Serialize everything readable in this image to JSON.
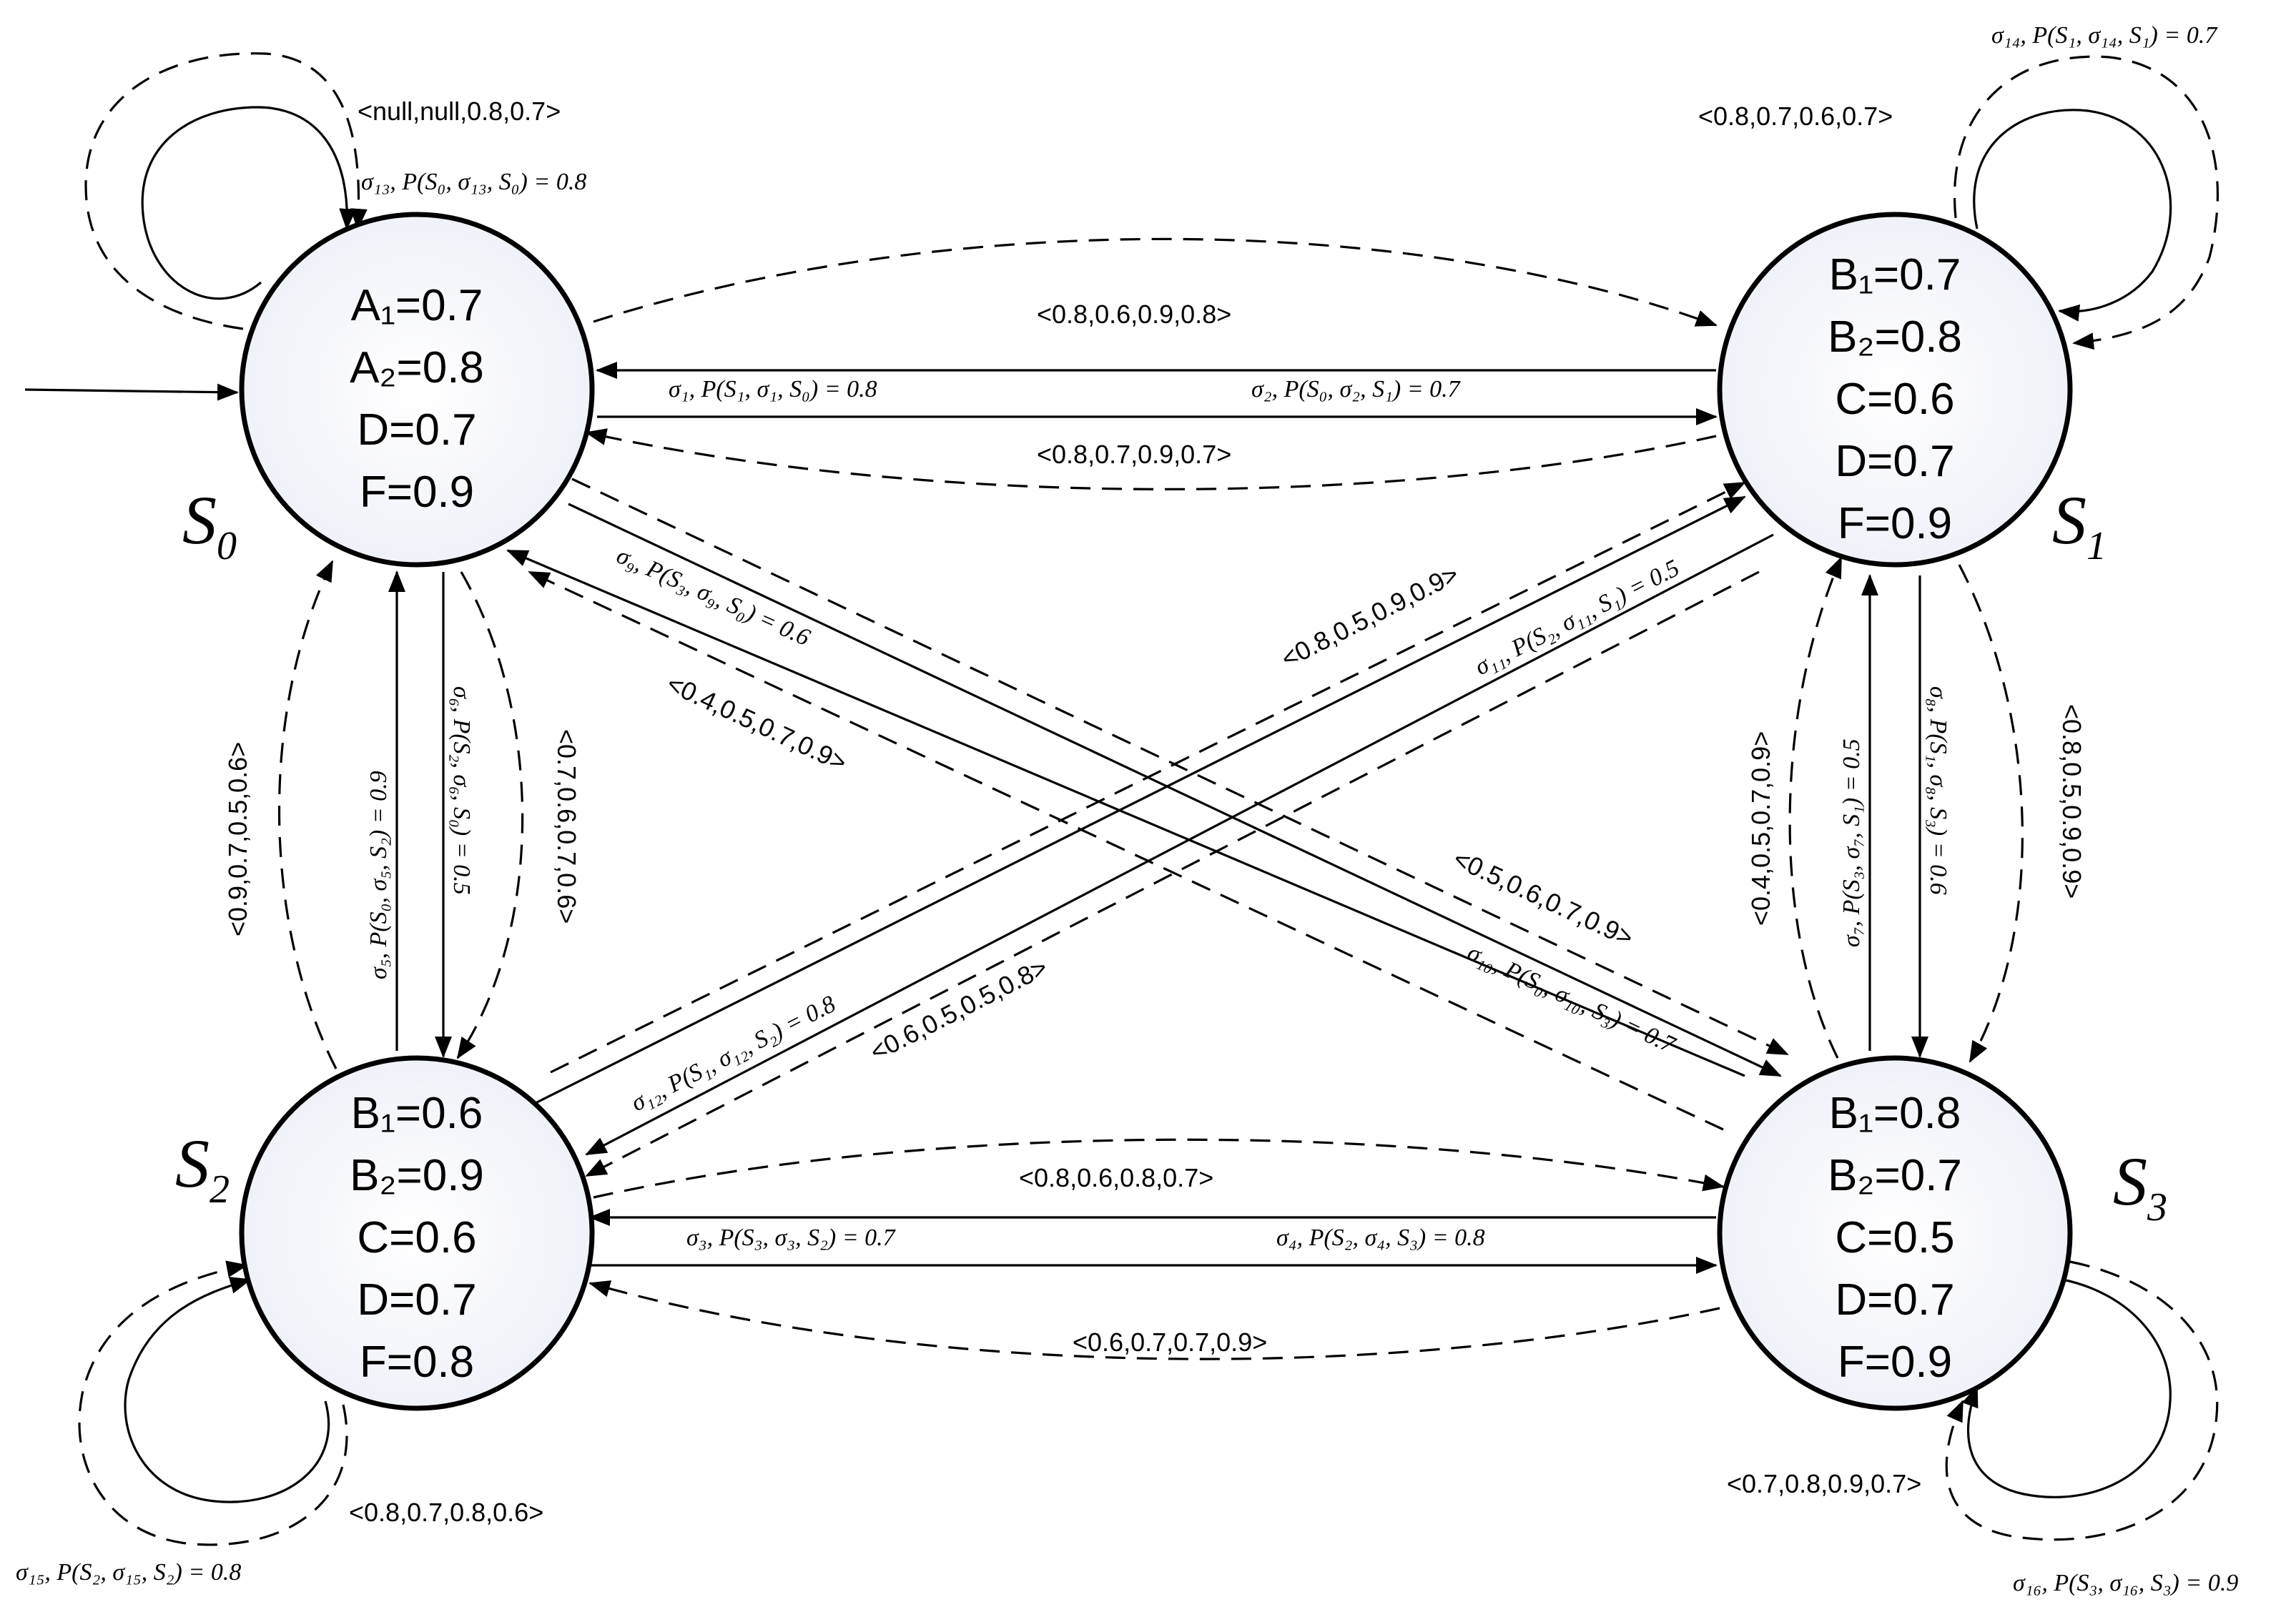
{
  "states": [
    {
      "id": "S0",
      "name": "S",
      "sub": "0",
      "attrs": [
        "A₁=0.7",
        "A₂=0.8",
        "D=0.7",
        "F=0.9"
      ]
    },
    {
      "id": "S1",
      "name": "S",
      "sub": "1",
      "attrs": [
        "B₁=0.7",
        "B₂=0.8",
        "C=0.6",
        "D=0.7",
        "F=0.9"
      ]
    },
    {
      "id": "S2",
      "name": "S",
      "sub": "2",
      "attrs": [
        "B₁=0.6",
        "B₂=0.9",
        "C=0.6",
        "D=0.7",
        "F=0.8"
      ]
    },
    {
      "id": "S3",
      "name": "S",
      "sub": "3",
      "attrs": [
        "B₁=0.8",
        "B₂=0.7",
        "C=0.5",
        "D=0.7",
        "F=0.9"
      ]
    }
  ],
  "transitions": [
    {
      "id": "t1",
      "label": "σ₁, P(S₁, σ₁, S₀) = 0.8"
    },
    {
      "id": "t2",
      "label": "σ₂, P(S₀, σ₂, S₁) = 0.7"
    },
    {
      "id": "t3",
      "label": "σ₃, P(S₃, σ₃, S₂) = 0.7"
    },
    {
      "id": "t4",
      "label": "σ₄, P(S₂, σ₄, S₃) = 0.8"
    },
    {
      "id": "t5",
      "label": "σ₅, P(S₀, σ₅, S₂) = 0.9"
    },
    {
      "id": "t6",
      "label": "σ₆, P(S₂, σ₆, S₀) = 0.5"
    },
    {
      "id": "t7",
      "label": "σ₇, P(S₃, σ₇, S₁) = 0.5"
    },
    {
      "id": "t8",
      "label": "σ₈, P(S₁, σ₈, S₃) = 0.6"
    },
    {
      "id": "t9",
      "label": "σ₉, P(S₃, σ₉, S₀) = 0.6"
    },
    {
      "id": "t10",
      "label": "σ₁₀, P(S₀, σ₁₀, S₃) = 0.7"
    },
    {
      "id": "t11",
      "label": "σ₁₁, P(S₂, σ₁₁, S₁) = 0.5"
    },
    {
      "id": "t12",
      "label": "σ₁₂, P(S₁, σ₁₂, S₂) = 0.8"
    },
    {
      "id": "t13",
      "label": "σ₁₃, P(S₀, σ₁₃, S₀) = 0.8"
    },
    {
      "id": "t14",
      "label": "σ₁₄, P(S₁, σ₁₄, S₁) = 0.7"
    },
    {
      "id": "t15",
      "label": "σ₁₅, P(S₂, σ₁₅, S₂) = 0.8"
    },
    {
      "id": "t16",
      "label": "σ₁₆, P(S₃, σ₁₆, S₃) = 0.9"
    }
  ],
  "vectors": {
    "loop_s0": "<null,null,0.8,0.7>",
    "loop_s1": "<0.8,0.7,0.6,0.7>",
    "loop_s2": "<0.8,0.7,0.8,0.6>",
    "loop_s3": "<0.7,0.8,0.9,0.7>",
    "s0_s1_upper": "<0.8,0.6,0.9,0.8>",
    "s0_s1_lower": "<0.8,0.7,0.9,0.7>",
    "s2_s3_upper": "<0.8,0.6,0.8,0.7>",
    "s2_s3_lower": "<0.6,0.7,0.7,0.9>",
    "s0_s2_left": "<0.9,0.7,0.5,0.6>",
    "s0_s2_right": "<0.7,0.6,0.7,0.6>",
    "s1_s3_left": "<0.4,0.5,0.7,0.9>",
    "s1_s3_right": "<0.8,0.5,0.9,0.9>",
    "diag_s2_s1": "<0.8,0.5,0.9,0.9>",
    "diag_s1_s2": "<0.6,0.5,0.5,0.8>",
    "diag_s3_s0": "<0.4,0.5,0.7,0.9>",
    "diag_s0_s3": "<0.5,0.6,0.7,0.9>"
  }
}
